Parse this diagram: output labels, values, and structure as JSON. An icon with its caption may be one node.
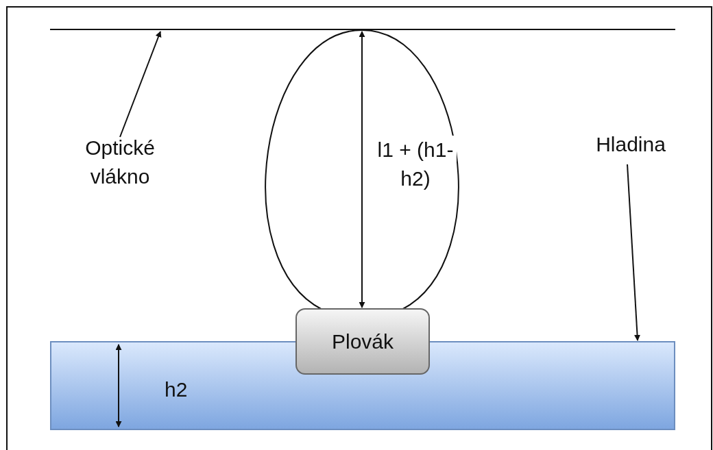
{
  "diagram": {
    "nodes": [
      {
        "text": [],
        "shape": "bar"
      },
      {
        "text": [
          "Optické vlákno"
        ]
      },
      {
        "text": [
          "Hladina"
        ]
      },
      {
        "text": [
          "Plovák"
        ]
      },
      {
        "text": [
          "h2"
        ]
      }
    ],
    "edges": [
      {
        "from": 1,
        "to": 0,
        "arrow": "to"
      },
      {
        "from": 2,
        "to": 4,
        "arrow": "to"
      },
      {
        "from": 0,
        "to": 3,
        "arrow": "both",
        "label": "l1 + (h1-h2)"
      }
    ]
  }
}
